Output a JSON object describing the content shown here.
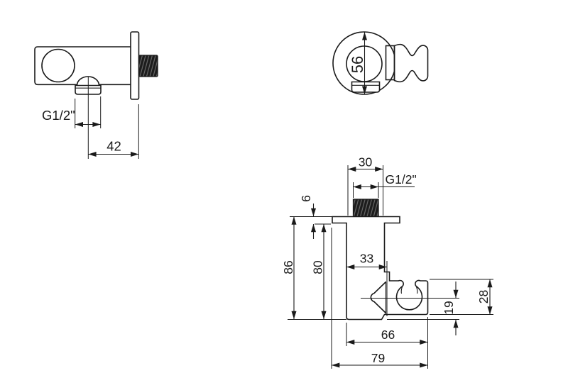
{
  "labels": {
    "side_view": {
      "thread": "G1/2\"",
      "outlet_offset": "42"
    },
    "front_view": {
      "diameter": "56"
    },
    "install_view": {
      "top_width": "30",
      "thread": "G1/2\"",
      "flange_thickness": "6",
      "height_total": "86",
      "height_body": "80",
      "depth_body": "33",
      "holder_drop": "19",
      "holder_height": "28",
      "reach": "66",
      "depth_total": "79"
    }
  },
  "colors": {
    "line": "#1a1a1a",
    "background": "#ffffff"
  }
}
